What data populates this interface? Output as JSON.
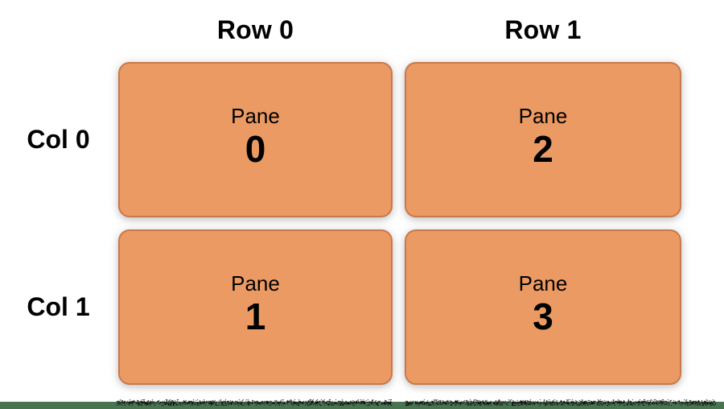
{
  "diagram": {
    "column_headers": [
      "Row 0",
      "Row 1"
    ],
    "row_labels": [
      "Col 0",
      "Col 1"
    ],
    "panes": [
      {
        "title": "Pane",
        "number": "0",
        "grid_position": "top-left"
      },
      {
        "title": "Pane",
        "number": "1",
        "grid_position": "bottom-left"
      },
      {
        "title": "Pane",
        "number": "2",
        "grid_position": "top-right"
      },
      {
        "title": "Pane",
        "number": "3",
        "grid_position": "bottom-right"
      }
    ],
    "colors": {
      "background": "#FFFFFF",
      "text": "#000000",
      "pane_fill": "#EC9A63",
      "pane_border": "#C8794B",
      "bottom_bar": "#4A7350",
      "noise": "#0A0A0A"
    }
  }
}
